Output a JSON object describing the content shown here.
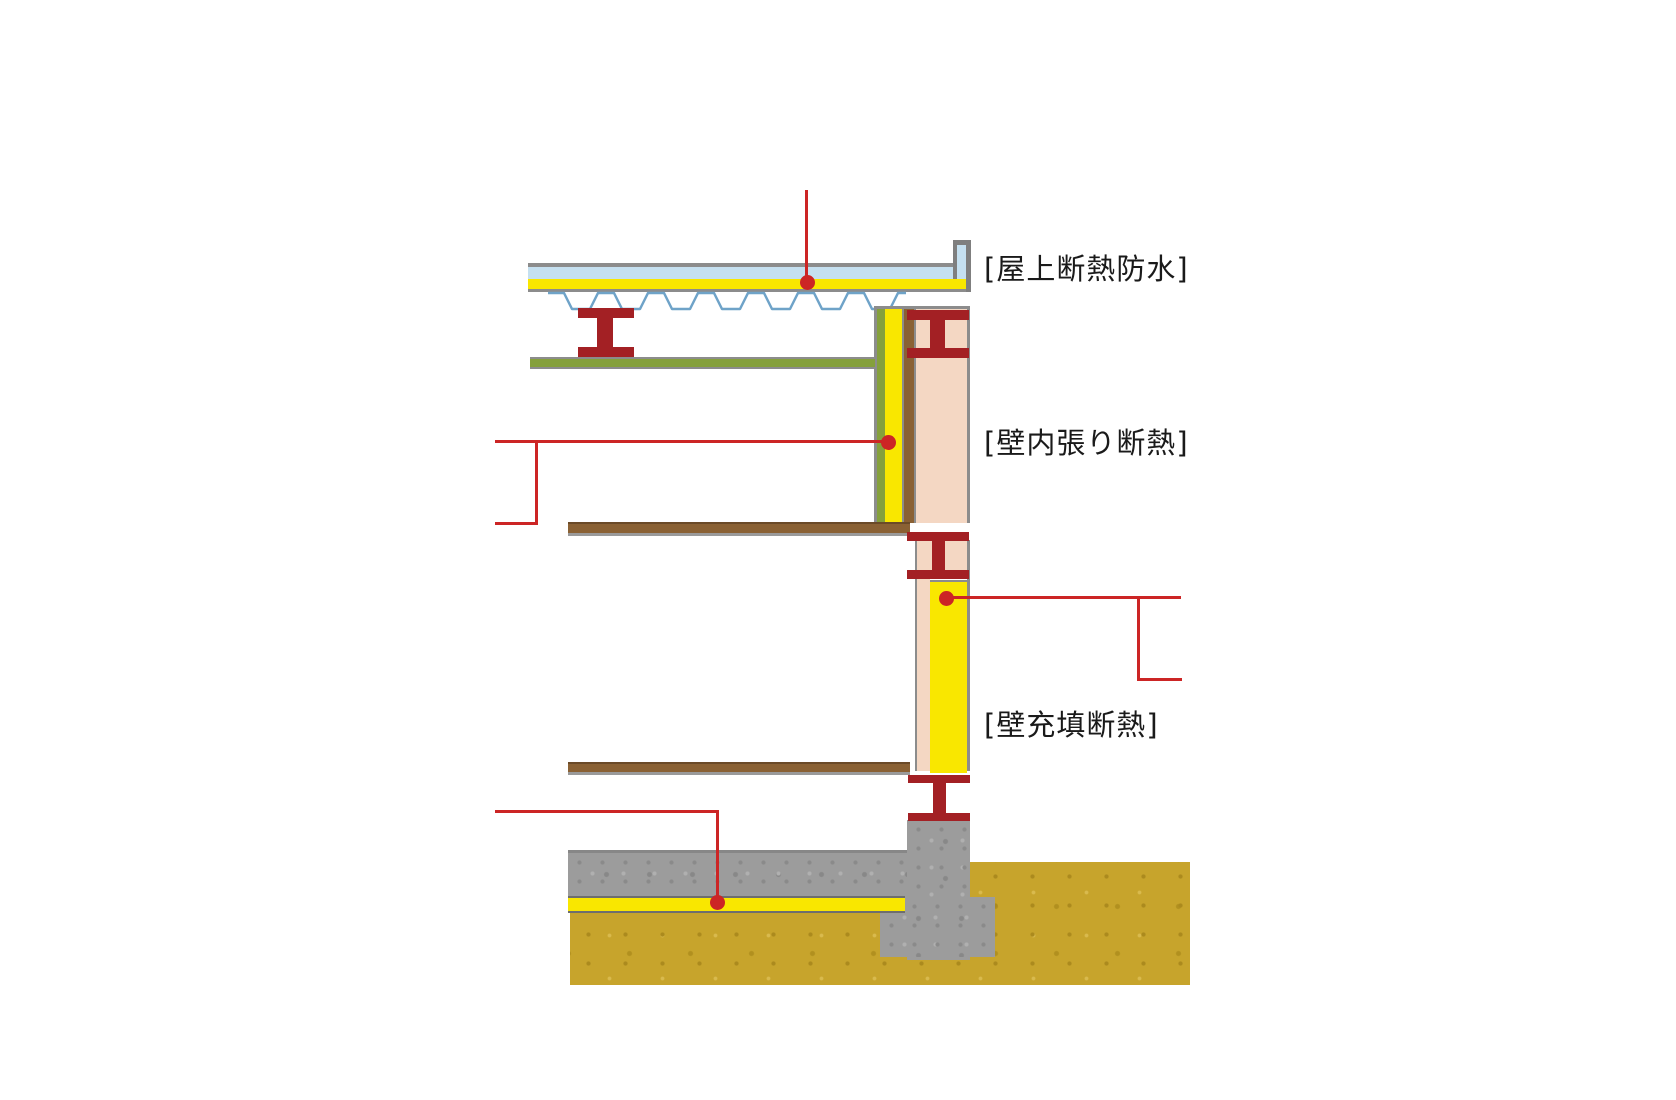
{
  "labels": {
    "roof": "[屋上断熱防水]",
    "lining": "[壁内張り断熱]",
    "fill": "[壁充填断熱]"
  },
  "colors": {
    "callout_red": "#cc2525",
    "steel_beam_red": "#a32024",
    "insulation_yellow": "#f9e700",
    "board_green": "#85a03c",
    "board_brown": "#8a6134",
    "panel_pink": "#f4d7c3",
    "waterproof_blue": "#c5e0f0",
    "deck_blue": "#6fa3c8",
    "concrete_gray": "#9c9c9c",
    "soil_ochre": "#c7a42c",
    "outline_gray": "#8c8c8c",
    "label_text": "#1a1a1a"
  }
}
